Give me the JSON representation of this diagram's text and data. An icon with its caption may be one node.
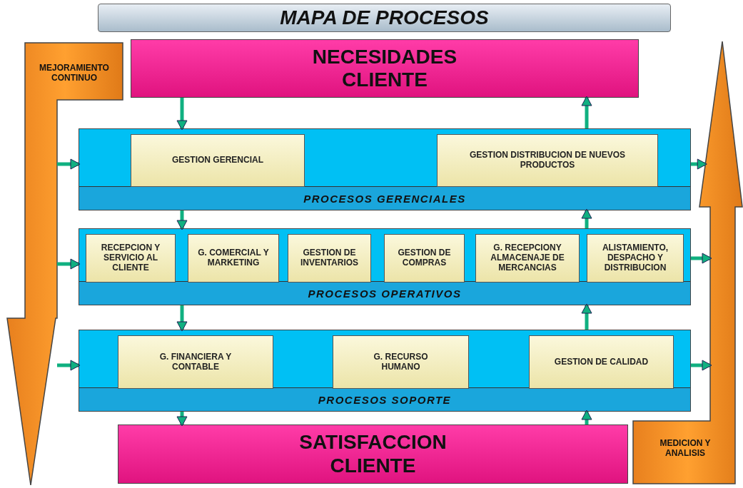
{
  "diagram": {
    "title": "MAPA DE PROCESOS",
    "nodes": [
      {
        "text": [
          "MEJORAMIENTO CONTINUO"
        ]
      },
      {
        "text": [
          "NECESIDADES CLIENTE"
        ]
      },
      {
        "text": [
          "PROCESOS GERENCIALES"
        ]
      },
      {
        "text": [
          "GESTION GERENCIAL"
        ],
        "in": 2
      },
      {
        "text": [
          "GESTION DISTRIBUCION DE NUEVOS PRODUCTOS"
        ],
        "in": 2
      },
      {
        "text": [
          "PROCESOS OPERATIVOS"
        ]
      },
      {
        "text": [
          "RECEPCION Y SERVICIO AL CLIENTE"
        ],
        "in": 5
      },
      {
        "text": [
          "G. COMERCIAL Y MARKETING"
        ],
        "in": 5
      },
      {
        "text": [
          "GESTION DE INVENTARIOS"
        ],
        "in": 5
      },
      {
        "text": [
          "GESTION DE COMPRAS"
        ],
        "in": 5
      },
      {
        "text": [
          "G. RECEPCIONY ALMACENAJE DE MERCANCIAS"
        ],
        "in": 5
      },
      {
        "text": [
          "ALISTAMIENTO, DESPACHO Y DISTRIBUCION"
        ],
        "in": 5
      },
      {
        "text": [
          "PROCESOS SOPORTE"
        ]
      },
      {
        "text": [
          "G. FINANCIERA Y CONTABLE"
        ],
        "in": 12
      },
      {
        "text": [
          "G. RECURSO HUMANO"
        ],
        "in": 12
      },
      {
        "text": [
          "GESTION DE CALIDAD"
        ],
        "in": 12
      },
      {
        "text": [
          "SATISFACCION CLIENTE"
        ]
      },
      {
        "text": [
          "MEDICION Y ANALISIS"
        ]
      }
    ],
    "edges": [
      {
        "from": 1,
        "to": 2,
        "arrow": "to"
      },
      {
        "from": 2,
        "to": 1,
        "arrow": "to"
      },
      {
        "from": 2,
        "to": 5,
        "arrow": "to"
      },
      {
        "from": 5,
        "to": 2,
        "arrow": "to"
      },
      {
        "from": 5,
        "to": 12,
        "arrow": "to"
      },
      {
        "from": 12,
        "to": 5,
        "arrow": "to"
      },
      {
        "from": 12,
        "to": 16,
        "arrow": "to"
      },
      {
        "from": 16,
        "to": 12,
        "arrow": "to"
      },
      {
        "from": 0,
        "to": 2,
        "arrow": "to"
      },
      {
        "from": 0,
        "to": 5,
        "arrow": "to"
      },
      {
        "from": 0,
        "to": 12,
        "arrow": "to"
      },
      {
        "from": 2,
        "to": 17,
        "arrow": "to"
      },
      {
        "from": 5,
        "to": 17,
        "arrow": "to"
      },
      {
        "from": 12,
        "to": 17,
        "arrow": "to"
      }
    ]
  }
}
